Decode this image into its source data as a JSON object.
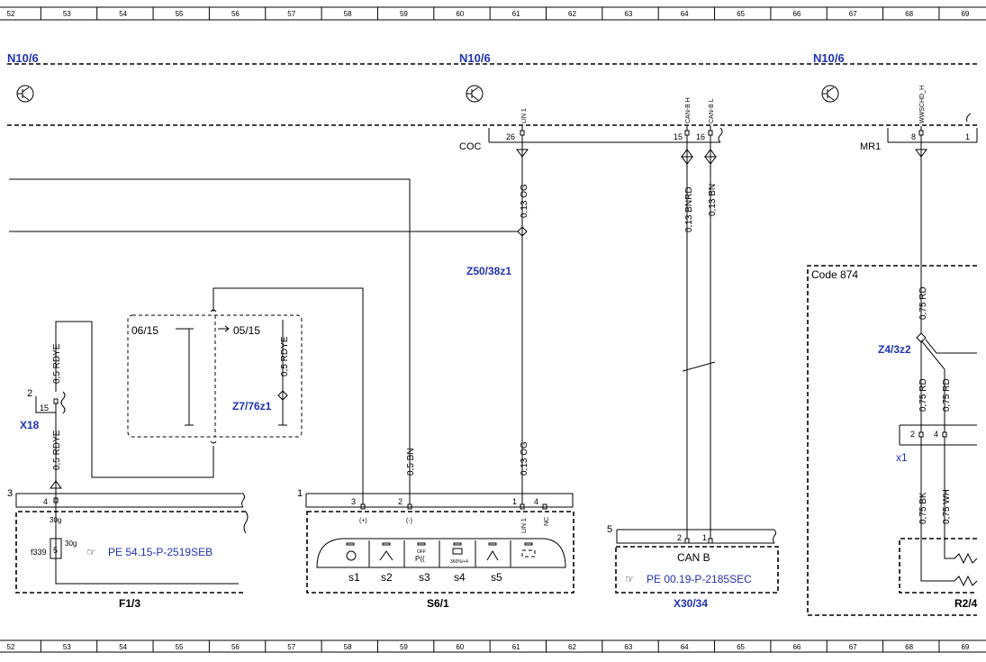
{
  "grid": {
    "columns": [
      "52",
      "53",
      "54",
      "55",
      "56",
      "57",
      "58",
      "59",
      "60",
      "61",
      "62",
      "63",
      "64",
      "65",
      "66",
      "67",
      "68",
      "69"
    ]
  },
  "modules": {
    "n10_left": "N10/6",
    "n10_center": "N10/6",
    "n10_right": "N10/6"
  },
  "connectors": {
    "coc": "COC",
    "mr1": "MR1",
    "x18": "X18",
    "x1": "x1",
    "code874": "Code 874"
  },
  "pins": {
    "coc_26": "26",
    "coc_15": "15",
    "coc_16": "16",
    "mr1_8": "8",
    "mr1_1": "1",
    "x18_2": "2",
    "x18_15": "15",
    "f1_3": "3",
    "f1_4": "4",
    "s6_1": "1",
    "s6_p3": "3",
    "s6_p2": "2",
    "s6_p1": "1",
    "s6_p4": "4",
    "x30_5": "5",
    "x30_p2": "2",
    "x30_p1": "1",
    "x1_p2": "2",
    "x1_p4": "4"
  },
  "signals": {
    "lin1_top": "LIN 1",
    "canbh": "CAN-B H",
    "canbl": "CAN-B L",
    "wwschd": "WWSCHD_H",
    "lin1_s6": "LIN 1",
    "nc": "NC",
    "plus": "(+)",
    "minus": "(-)"
  },
  "wires": {
    "og_top": "0,13 OG",
    "bnrd": "0,13 BNRD",
    "bn": "0,13 BN",
    "rd_top": "0,75 RD",
    "rd_left": "0,75 RD",
    "rd_right": "0,75 RD",
    "bk": "0,75 BK",
    "wh": "0,75 WH",
    "rdye_top": "0,5 RDYE",
    "rdye_bottom": "0,5 RDYE",
    "rdye_date": "0,5 RDYE",
    "bn_s6": "0,5 BN",
    "og_bottom": "0,13 OG"
  },
  "splices": {
    "z50": "Z50/38z1",
    "z7": "Z7/76z1",
    "z4": "Z4/3z2"
  },
  "dates": {
    "d1": "06/15",
    "d2": "05/15"
  },
  "fuse": {
    "f339": "f339",
    "value": "5",
    "amp1": "30g",
    "amp2": "30g"
  },
  "refs": {
    "ref1": "PE 54.15-P-2519SEB",
    "ref2": "PE 00.19-P-2185SEC"
  },
  "components": {
    "f1_3": "F1/3",
    "s6_1": "S6/1",
    "x30_34": "X30/34",
    "r2": "R2/4"
  },
  "switches": {
    "s1": "s1",
    "s2": "s2",
    "s3": "s3",
    "s4": "s4",
    "s5": "s5",
    "off_label": "OFF",
    "pct": "360%/+4"
  },
  "canb": "CAN B"
}
